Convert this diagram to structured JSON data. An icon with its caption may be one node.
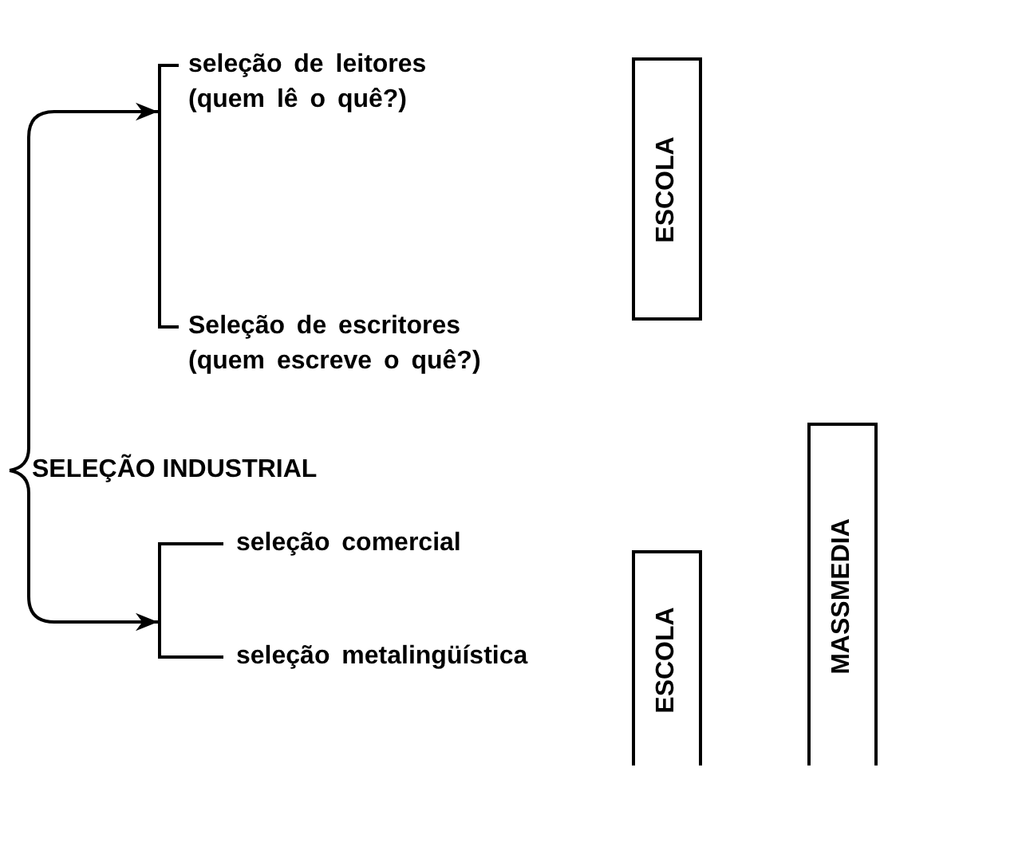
{
  "diagram": {
    "nodes": [
      {
        "text": [
          "SELEÇÃO INDUSTRIAL"
        ]
      },
      {
        "text": [
          "seleção de leitores (quem lê o quê?)",
          "Seleção de escritores (quem escreve o quê?)"
        ]
      },
      {
        "text": [
          "seleção comercial",
          "seleção metalingüística"
        ]
      },
      {
        "text": [
          "ESCOLA"
        ]
      },
      {
        "text": [
          "ESCOLA"
        ]
      },
      {
        "text": [
          "MASSMEDIA"
        ]
      }
    ],
    "edges": [
      {
        "from": 0,
        "to": 1,
        "arrow": "to"
      },
      {
        "from": 0,
        "to": 2,
        "arrow": "to"
      }
    ]
  }
}
